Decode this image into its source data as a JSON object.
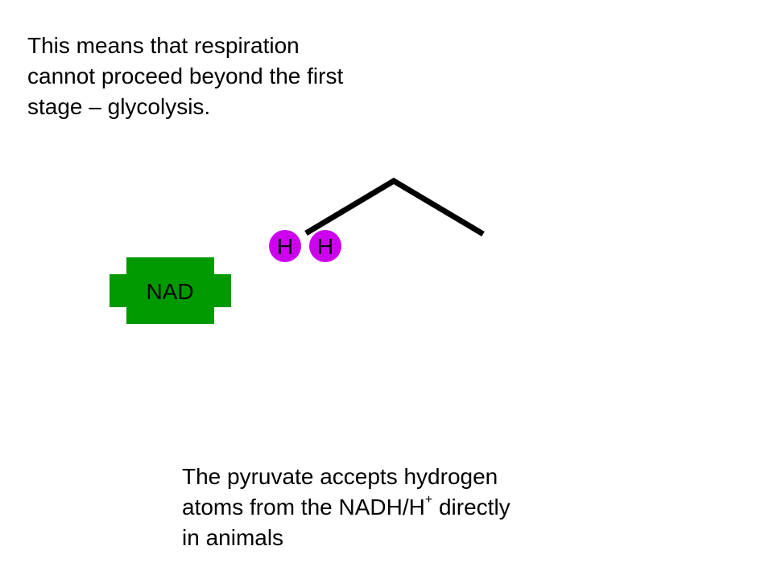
{
  "slide": {
    "top_text": [
      "This means that respiration",
      "cannot proceed beyond the first",
      "stage – glycolysis."
    ],
    "bottom_text": {
      "line1": "The pyruvate accepts hydrogen",
      "line2_before_sup": "atoms from the NADH/H",
      "line2_sup": "+",
      "line2_after_sup": " directly",
      "line3": "in animals"
    }
  },
  "diagram": {
    "nad_label": "NAD",
    "hydrogen_1_label": "H",
    "hydrogen_2_label": "H",
    "colors": {
      "nad_fill": "#009900",
      "hydrogen_fill": "#cc00ee",
      "pyruvate_stroke": "#000000"
    }
  }
}
